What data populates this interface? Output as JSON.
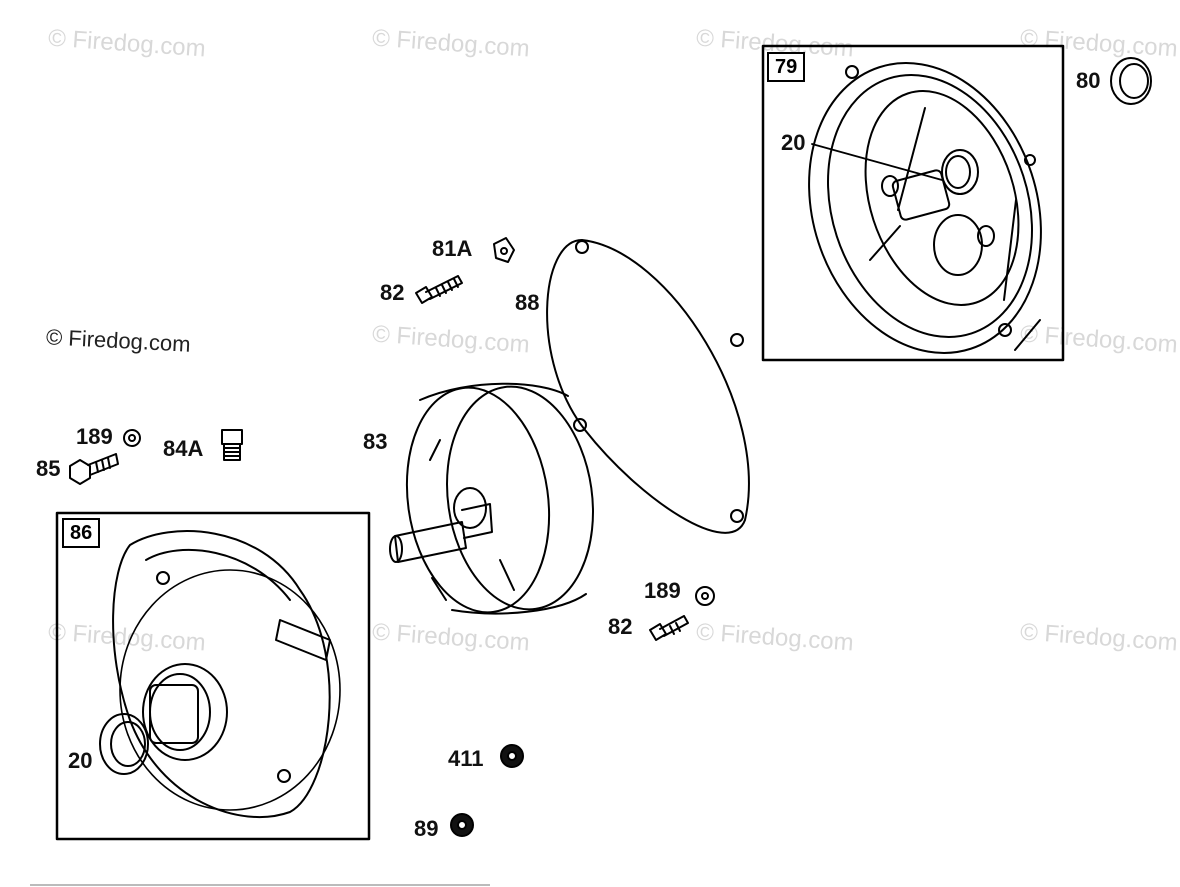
{
  "watermarks": {
    "w1": "© Firedog.com",
    "w2": "© Firedog.com",
    "w3": "© Firedog.com",
    "w4": "© Firedog.com",
    "w5": "© Firedog.com",
    "w6": "© Firedog.com",
    "w7": "© Firedog.com",
    "w8": "© Firedog.com",
    "w9": "© Firedog.com",
    "w10": "© Firedog.com",
    "w11": "© Firedog.com"
  },
  "boxes": {
    "box79": "79",
    "box86": "86"
  },
  "labels": {
    "p80": "80",
    "p20_top": "20",
    "p81a": "81A",
    "p82_top": "82",
    "p88": "88",
    "p189_left": "189",
    "p84a": "84A",
    "p85": "85",
    "p83": "83",
    "p189_right": "189",
    "p82_right": "82",
    "p20_bottom": "20",
    "p411": "411",
    "p89": "89"
  },
  "colors": {
    "line": "#000000",
    "watermark": "#d8d8d8"
  }
}
